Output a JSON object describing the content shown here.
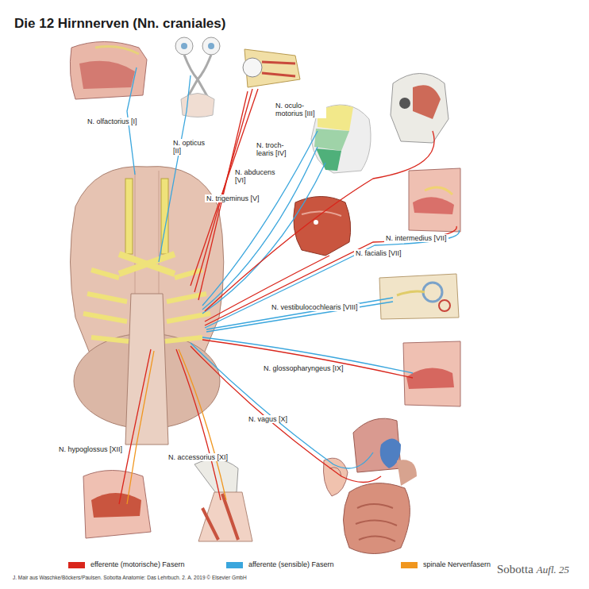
{
  "diagram": {
    "title": "Die 12 Hirnnerven (Nn. craniales)",
    "labels": [
      "N. olfactorius [I]",
      "N. opticus [II]",
      "N. oculo- motorius [III]",
      "N. troch- learis [IV]",
      "N. abducens [VI]",
      "N. trigeminus [V]",
      "N. intermedius [VII]",
      "N. facialis [VII]",
      "N. vestibulocochlearis [VIII]",
      "N. glossopharyngeus [IX]",
      "N. vagus [X]",
      "N. accessorius [XI]",
      "N. hypoglossus [XII]",
      "J. Mair aus Waschke/Böckers/Paulsen. Sobotta Anatomie: Das Lehrbuch. 2. A. 2019 © Elsevier GmbH",
      "Sobotta",
      "Aufl. 25"
    ],
    "legend": [
      {
        "text": "efferente (motorische) Fasern",
        "color": "#d9261c"
      },
      {
        "text": "afferente (sensible) Fasern",
        "color": "#3aa6dd"
      },
      {
        "text": "spinale Nervenfasern",
        "color": "#f0961e"
      }
    ]
  }
}
